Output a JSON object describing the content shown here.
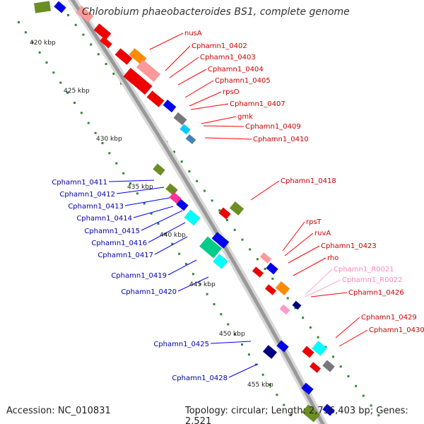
{
  "title": "Chlorobium phaeobacteroides BS1, complete genome",
  "footer": {
    "accession": "Accession: NC_010831",
    "summary": "Topology: circular; Length: 2,736,403 bp; Genes: 2,521"
  },
  "colors": {
    "backbone": "#999999",
    "tick_dots": "#2e8b2e",
    "label_red": "#cc0000",
    "label_blue": "#0000aa",
    "label_pink": "#ff88bb",
    "leader_red": "#ff0000",
    "leader_blue": "#0000ff",
    "leader_pink": "#ffaacc"
  },
  "ticks": [
    "420 kbp",
    "425 kbp",
    "430 kbp",
    "435 kbp",
    "440 kbp",
    "445 kbp",
    "450 kbp",
    "455 kbp"
  ],
  "labels_right": [
    {
      "text": "nusA",
      "color": "red"
    },
    {
      "text": "Cphamn1_0402",
      "color": "red"
    },
    {
      "text": "Cphamn1_0403",
      "color": "red"
    },
    {
      "text": "Cphamn1_0404",
      "color": "red"
    },
    {
      "text": "Cphamn1_0405",
      "color": "red"
    },
    {
      "text": "rpsO",
      "color": "red"
    },
    {
      "text": "Cphamn1_0407",
      "color": "red"
    },
    {
      "text": "gmk",
      "color": "red"
    },
    {
      "text": "Cphamn1_0409",
      "color": "red"
    },
    {
      "text": "Cphamn1_0410",
      "color": "red"
    },
    {
      "text": "Cphamn1_0418",
      "color": "red"
    },
    {
      "text": "rpsT",
      "color": "red"
    },
    {
      "text": "ruvA",
      "color": "red"
    },
    {
      "text": "Cphamn1_0423",
      "color": "red"
    },
    {
      "text": "rho",
      "color": "red"
    },
    {
      "text": "Cphamn1_R0021",
      "color": "pink"
    },
    {
      "text": "Cphamn1_R0022",
      "color": "pink"
    },
    {
      "text": "Cphamn1_0426",
      "color": "red"
    },
    {
      "text": "Cphamn1_0429",
      "color": "red"
    },
    {
      "text": "Cphamn1_0430",
      "color": "red"
    }
  ],
  "labels_left": [
    {
      "text": "Cphamn1_0411",
      "color": "blue"
    },
    {
      "text": "Cphamn1_0412",
      "color": "blue"
    },
    {
      "text": "Cphamn1_0413",
      "color": "blue"
    },
    {
      "text": "Cphamn1_0414",
      "color": "blue"
    },
    {
      "text": "Cphamn1_0415",
      "color": "blue"
    },
    {
      "text": "Cphamn1_0416",
      "color": "blue"
    },
    {
      "text": "Cphamn1_0417",
      "color": "blue"
    },
    {
      "text": "Cphamn1_0419",
      "color": "blue"
    },
    {
      "text": "Cphamn1_0420",
      "color": "blue"
    },
    {
      "text": "Cphamn1_0425",
      "color": "blue"
    },
    {
      "text": "Cphamn1_0428",
      "color": "blue"
    }
  ]
}
